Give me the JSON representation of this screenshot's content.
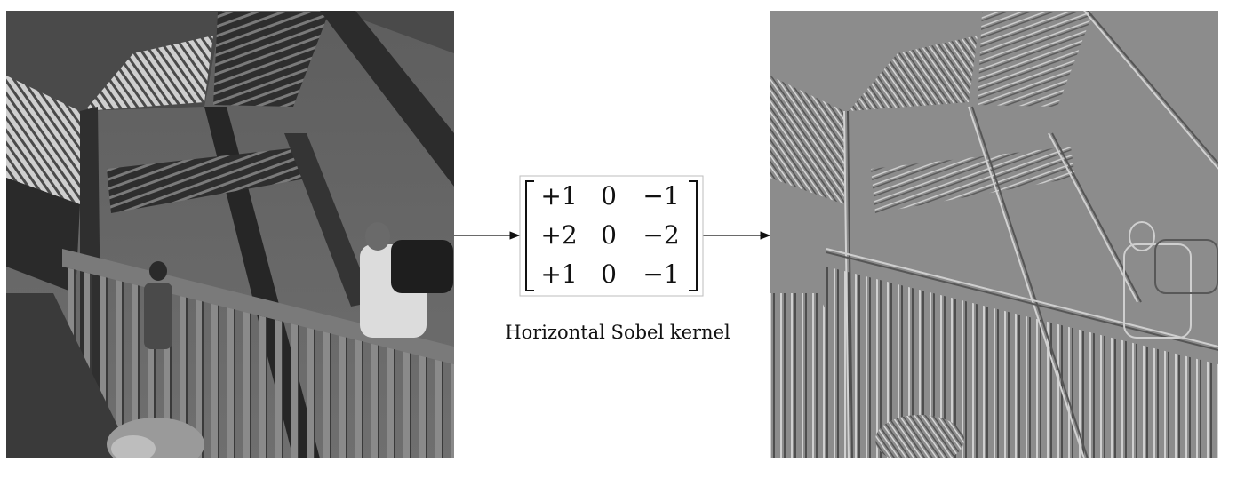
{
  "kernel": {
    "caption": "Horizontal Sobel kernel",
    "matrix": [
      [
        "+1",
        "0",
        "−1"
      ],
      [
        "+2",
        "0",
        "−2"
      ],
      [
        "+1",
        "0",
        "−1"
      ]
    ]
  },
  "images": {
    "input": "grayscale photograph of a wooden observation tower staircase with a person carrying a backpack",
    "output": "horizontal Sobel edge response of the input photograph"
  },
  "colors": {
    "output_background": "#8c8c8c",
    "arrow": "#111111"
  }
}
